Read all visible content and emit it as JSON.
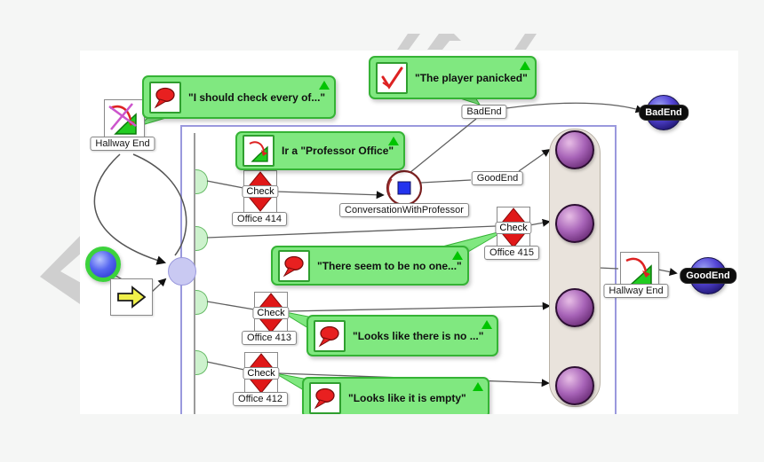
{
  "colors": {
    "comment_green": "#80e880",
    "comment_border": "#35b335",
    "check_red": "#e01818",
    "holder_sphere_purple": "#a864b8",
    "end_sphere_blue": "#4a3cd0",
    "container_border": "#9a99dd",
    "start_ring_green": "#3cd23c",
    "watermark_gray": "#cfcfcf"
  },
  "icons": {
    "comment_check_every": "speech-bubble-icon",
    "comment_player_panicked": "checkmark-icon",
    "comment_ir_a": "goto-exit-icon",
    "comment_no_one": "speech-bubble-icon",
    "comment_looks_no": "speech-bubble-icon",
    "comment_empty": "speech-bubble-icon",
    "hallway_left": "exit-crossed-icon",
    "hallway_right": "exit-icon",
    "start": "start-sphere-icon",
    "action": "yellow-arrow-icon"
  },
  "comments": {
    "check_every": "\"I should check every of...\"",
    "player_panicked": "\"The player panicked\"",
    "ir_a": "Ir a \"Professor Office\"",
    "no_one": "\"There seem to be no one...\"",
    "looks_no": "\"Looks like there is no ...\"",
    "empty": "\"Looks like it is empty\""
  },
  "nodes": {
    "hallway_end_left": "Hallway End",
    "hallway_end_right": "Hallway End",
    "conversation": "ConversationWithProfessor",
    "good_end_ref": "GoodEnd",
    "bad_end_ref": "BadEnd",
    "good_end_sphere": "GoodEnd",
    "bad_end_sphere": "BadEnd"
  },
  "checks": [
    {
      "label": "Check",
      "room": "Office 414"
    },
    {
      "label": "Check",
      "room": "Office 415"
    },
    {
      "label": "Check",
      "room": "Office 413"
    },
    {
      "label": "Check",
      "room": "Office 412"
    }
  ]
}
